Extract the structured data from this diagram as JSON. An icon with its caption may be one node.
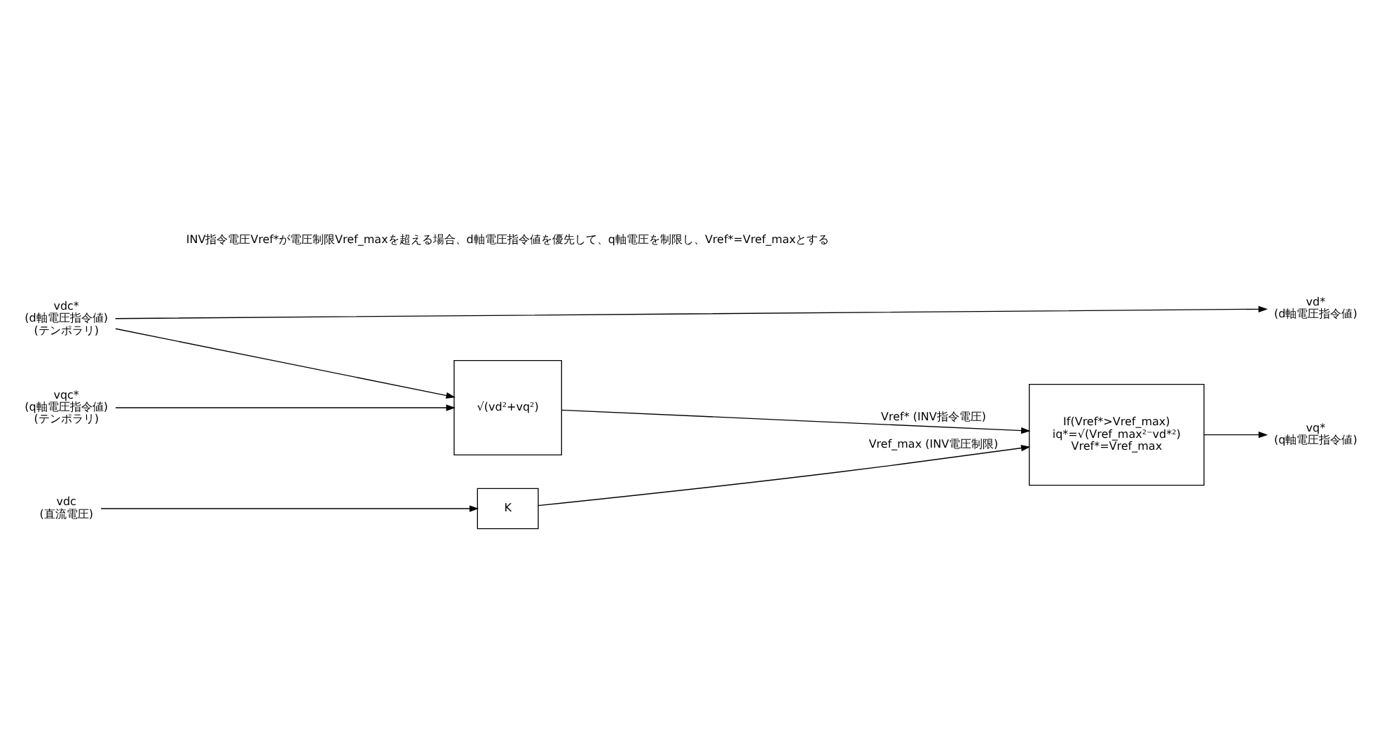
{
  "diagram": {
    "nodes": [
      {
        "text": [
          "vd*",
          "(d軸電圧指令値)"
        ]
      },
      {
        "text": [
          "vdc*",
          "(d軸電圧指令値)",
          "(テンポラリ)"
        ]
      },
      {
        "text": [
          "√(vd²+vq²)"
        ]
      },
      {
        "text": [
          "If(Vref*>Vref_max)",
          "iq*=√(Vref_max²⁻vd*²)",
          "Vref*=Vref_max"
        ]
      },
      {
        "text": [
          "vqc*",
          "(q軸電圧指令値)",
          "(テンポラリ)"
        ]
      },
      {
        "text": [
          "vq*",
          "(q軸電圧指令値)"
        ]
      },
      {
        "text": [
          "vdc",
          "(直流電圧)"
        ]
      },
      {
        "text": [
          "K"
        ]
      }
    ],
    "edges": [
      {
        "from": 1,
        "to": 2,
        "arrow": "to"
      },
      {
        "from": 1,
        "to": 0,
        "arrow": "to"
      },
      {
        "from": 4,
        "to": 2,
        "arrow": "to"
      },
      {
        "from": 2,
        "to": 3,
        "arrow": "to",
        "label": "Vref* (INV指令電圧)"
      },
      {
        "from": 3,
        "to": 5,
        "arrow": "to"
      },
      {
        "from": 6,
        "to": 7,
        "arrow": "to"
      },
      {
        "from": 7,
        "to": 3,
        "arrow": "to",
        "label": "Vref_max (INV電圧制限)"
      }
    ],
    "labels": [
      "INV指令電圧Vref*が電圧制限Vref_maxを超える場合、d軸電圧指令値を優先して、q軸電圧を制限し、Vref*=Vref_maxとする"
    ]
  }
}
